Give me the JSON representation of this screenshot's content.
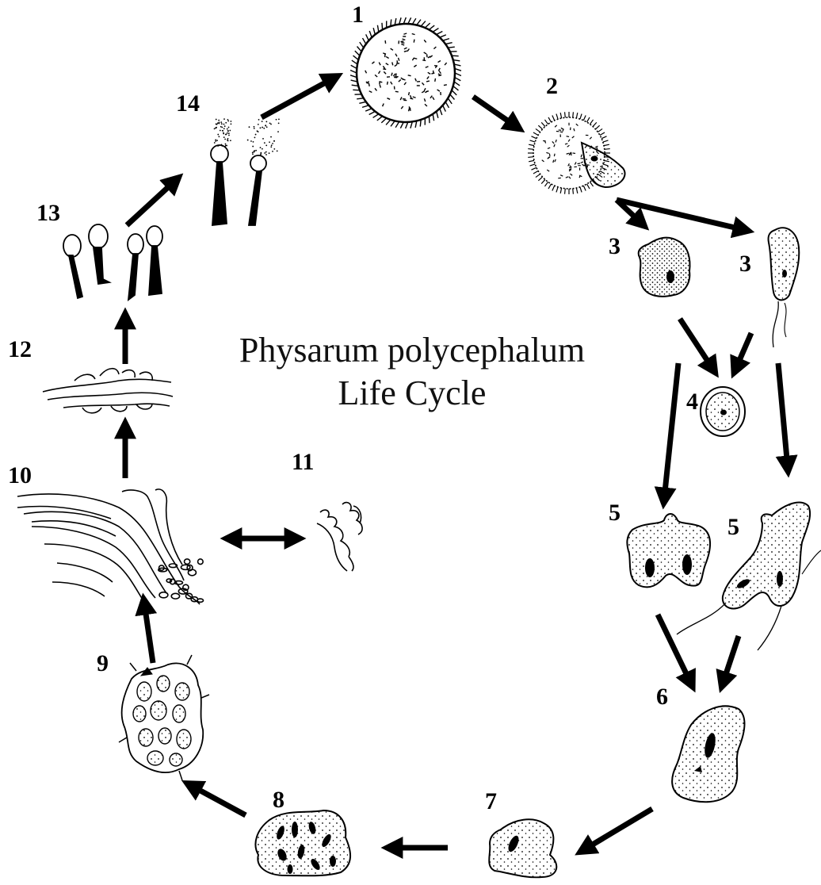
{
  "title": {
    "line1": "Physarum polycephalum",
    "line2": "Life Cycle"
  },
  "stage_labels": [
    "1",
    "2",
    "3",
    "3",
    "4",
    "5",
    "5",
    "6",
    "7",
    "8",
    "9",
    "10",
    "11",
    "12",
    "13",
    "14"
  ],
  "colors": {
    "ink": "#000000",
    "background": "#ffffff"
  }
}
